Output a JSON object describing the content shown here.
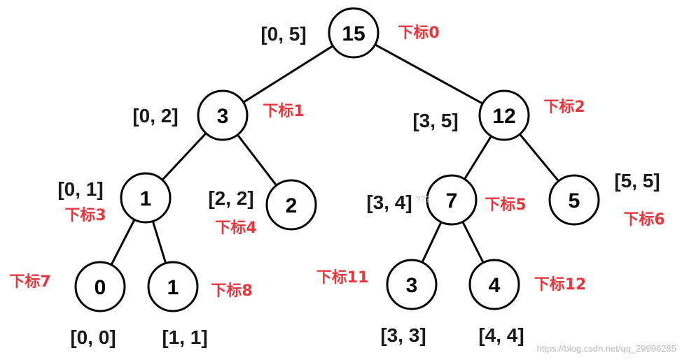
{
  "colors": {
    "index_label": "#e8363d",
    "node_stroke": "#000000",
    "text": "#1a1a1a",
    "watermark": "#b8b8b8"
  },
  "tree": {
    "nodes": [
      {
        "id": "n0",
        "value": "15",
        "range": "[0, 5]",
        "index": "下标0"
      },
      {
        "id": "n1",
        "value": "3",
        "range": "[0, 2]",
        "index": "下标1"
      },
      {
        "id": "n2",
        "value": "12",
        "range": "[3, 5]",
        "index": "下标2"
      },
      {
        "id": "n3",
        "value": "1",
        "range": "[0, 1]",
        "index": "下标3"
      },
      {
        "id": "n4",
        "value": "2",
        "range": "[2, 2]",
        "index": "下标4"
      },
      {
        "id": "n5",
        "value": "7",
        "range": "[3, 4]",
        "index": "下标5"
      },
      {
        "id": "n6",
        "value": "5",
        "range": "[5, 5]",
        "index": "下标6"
      },
      {
        "id": "n7",
        "value": "0",
        "range": "[0, 0]",
        "index": "下标7"
      },
      {
        "id": "n8",
        "value": "1",
        "range": "[1, 1]",
        "index": "下标8"
      },
      {
        "id": "n11",
        "value": "3",
        "range": "[3, 3]",
        "index": "下标11"
      },
      {
        "id": "n12",
        "value": "4",
        "range": "[4, 4]",
        "index": "下标12"
      }
    ],
    "edges": [
      [
        "n0",
        "n1"
      ],
      [
        "n0",
        "n2"
      ],
      [
        "n1",
        "n3"
      ],
      [
        "n1",
        "n4"
      ],
      [
        "n2",
        "n5"
      ],
      [
        "n2",
        "n6"
      ],
      [
        "n3",
        "n7"
      ],
      [
        "n3",
        "n8"
      ],
      [
        "n5",
        "n11"
      ],
      [
        "n5",
        "n12"
      ]
    ]
  },
  "ghost_text": "???",
  "watermark": "https://blog.csdn.net/qq_29996285"
}
